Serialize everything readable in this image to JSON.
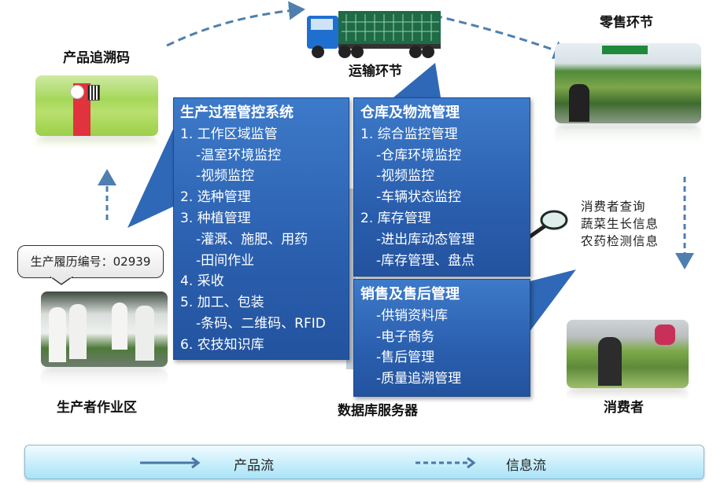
{
  "nodes": {
    "trace_code": {
      "label": "产品追溯码"
    },
    "transport": {
      "label": "运输环节"
    },
    "retail": {
      "label": "零售环节"
    },
    "producer": {
      "label": "生产者作业区"
    },
    "db_server": {
      "label": "数据库服务器"
    },
    "consumer": {
      "label": "消费者"
    }
  },
  "callout": {
    "text": "生产履历编号：02939"
  },
  "consumer_query": {
    "lines": [
      "消费者查询",
      "蔬菜生长信息",
      "农药检测信息"
    ]
  },
  "panels": {
    "production": {
      "title": "生产过程管控系统",
      "items": [
        {
          "level": 1,
          "text": "1. 工作区域监管"
        },
        {
          "level": 2,
          "text": "-温室环境监控"
        },
        {
          "level": 2,
          "text": "-视频监控"
        },
        {
          "level": 1,
          "text": "2. 选种管理"
        },
        {
          "level": 1,
          "text": "3. 种植管理"
        },
        {
          "level": 2,
          "text": "-灌溉、施肥、用药"
        },
        {
          "level": 2,
          "text": "-田间作业"
        },
        {
          "level": 1,
          "text": "4. 采收"
        },
        {
          "level": 1,
          "text": "5. 加工、包装"
        },
        {
          "level": 2,
          "text": "-条码、二维码、RFID"
        },
        {
          "level": 1,
          "text": "6. 农技知识库"
        }
      ]
    },
    "warehouse": {
      "title": "仓库及物流管理",
      "items": [
        {
          "level": 1,
          "text": "1. 综合监控管理"
        },
        {
          "level": 2,
          "text": "-仓库环境监控"
        },
        {
          "level": 2,
          "text": "-视频监控"
        },
        {
          "level": 2,
          "text": "-车辆状态监控"
        },
        {
          "level": 1,
          "text": "2. 库存管理"
        },
        {
          "level": 2,
          "text": "-进出库动态管理"
        },
        {
          "level": 2,
          "text": "-库存管理、盘点"
        }
      ]
    },
    "sales": {
      "title": "销售及售后管理",
      "items": [
        {
          "level": 2,
          "text": "-供销资料库"
        },
        {
          "level": 2,
          "text": "-电子商务"
        },
        {
          "level": 2,
          "text": "-售后管理"
        },
        {
          "level": 2,
          "text": "-质量追溯管理"
        }
      ]
    }
  },
  "legend": {
    "product_flow": "产品流",
    "info_flow": "信息流"
  },
  "colors": {
    "panel_blue": "#2f68b6",
    "arrow_blue": "#4a78a8",
    "legend_bg": "#c8eefb"
  }
}
